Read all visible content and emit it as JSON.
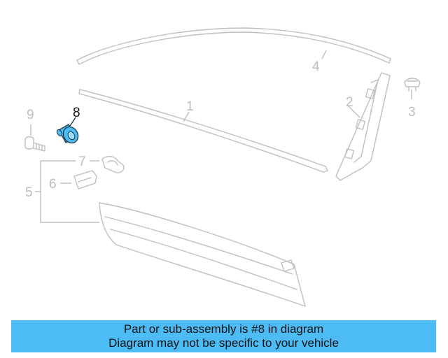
{
  "diagram": {
    "highlight_color": "#4dbcf5",
    "inactive_color": "#bfbfbf",
    "callouts": [
      {
        "id": "1",
        "label": "1",
        "active": false
      },
      {
        "id": "2",
        "label": "2",
        "active": false
      },
      {
        "id": "3",
        "label": "3",
        "active": false
      },
      {
        "id": "4",
        "label": "4",
        "active": false
      },
      {
        "id": "5",
        "label": "5",
        "active": false
      },
      {
        "id": "6",
        "label": "6",
        "active": false
      },
      {
        "id": "7",
        "label": "7",
        "active": false
      },
      {
        "id": "8",
        "label": "8",
        "active": true
      },
      {
        "id": "9",
        "label": "9",
        "active": false
      }
    ]
  },
  "banner": {
    "line1": "Part or sub-assembly is #8 in diagram",
    "line2": "Diagram may not be specific to your vehicle"
  }
}
